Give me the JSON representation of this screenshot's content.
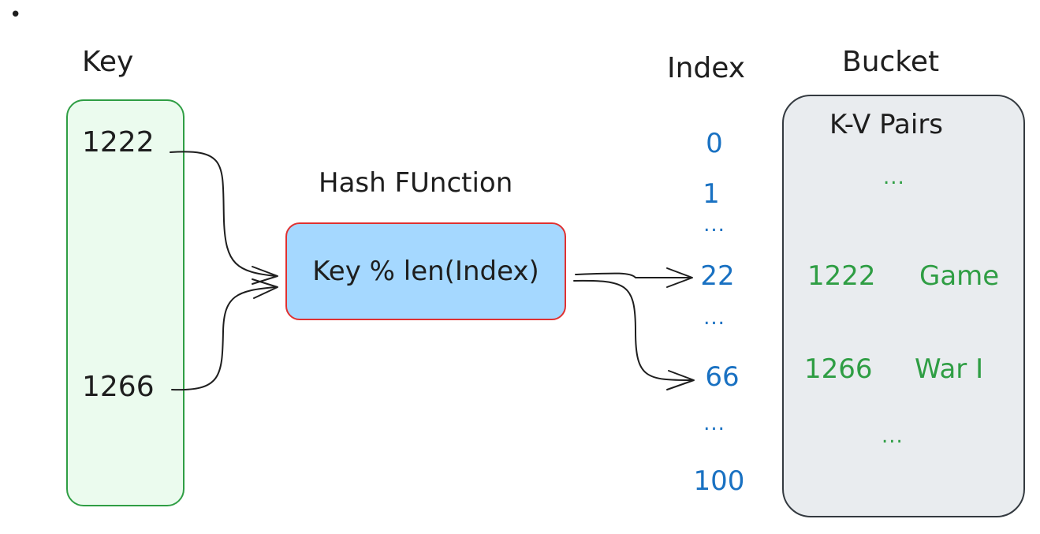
{
  "bullet": "•",
  "headings": {
    "key": "Key",
    "hash": "Hash FUnction",
    "index": "Index",
    "bucket": "Bucket"
  },
  "keys": [
    "1222",
    "1266"
  ],
  "hash_function": "Key % len(Index)",
  "index_items": [
    "0",
    "1",
    "...",
    "22",
    "...",
    "66",
    "...",
    "100"
  ],
  "bucket": {
    "subtitle": "K-V Pairs",
    "top_ellipsis": "...",
    "pairs": [
      {
        "key": "1222",
        "value": "Game"
      },
      {
        "key": "1266",
        "value": "War I"
      }
    ],
    "bottom_ellipsis": "..."
  },
  "colors": {
    "key_fill": "#ebfbee",
    "key_stroke": "#2f9e44",
    "hash_fill": "#a5d8ff",
    "hash_stroke": "#e03131",
    "index_text": "#1971c2",
    "bucket_fill": "#e9ecef",
    "bucket_stroke": "#343a40",
    "pair_text": "#2f9e44"
  }
}
